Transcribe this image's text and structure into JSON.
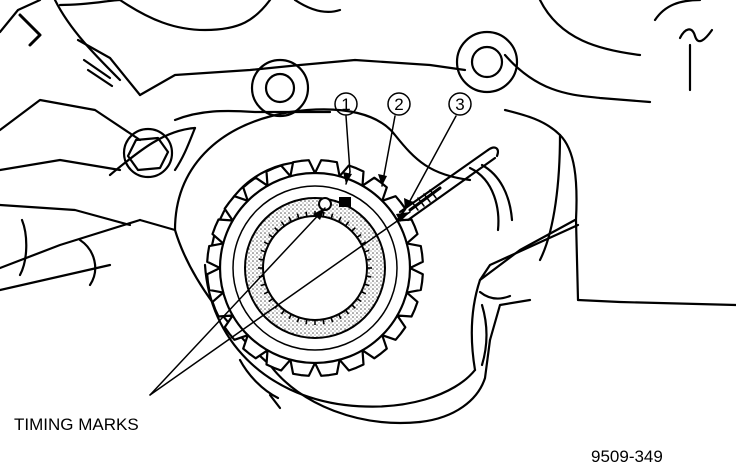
{
  "callouts": [
    {
      "number": "1"
    },
    {
      "number": "2"
    },
    {
      "number": "3"
    }
  ],
  "caption": "TIMING MARKS",
  "figure_id": "9509-349",
  "colors": {
    "ink": "#000000",
    "paper": "#ffffff",
    "stipple": "#8a8a8a"
  }
}
